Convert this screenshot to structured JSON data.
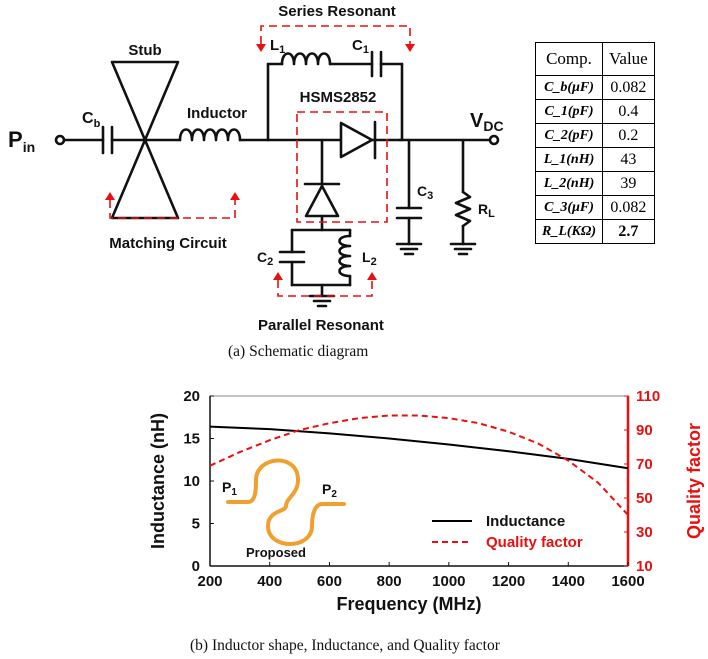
{
  "schematic": {
    "labels": {
      "series_resonant": "Series Resonant",
      "stub": "Stub",
      "pin_main": "P",
      "pin_sub": "in",
      "cb_main": "C",
      "cb_sub": "b",
      "inductor": "Inductor",
      "l1_main": "L",
      "l1_sub": "1",
      "c1_main": "C",
      "c1_sub": "1",
      "diode": "HSMS2852",
      "vdc_main": "V",
      "vdc_sub": "DC",
      "c3_main": "C",
      "c3_sub": "3",
      "rl_main": "R",
      "rl_sub": "L",
      "matching_circuit": "Matching Circuit",
      "c2_main": "C",
      "c2_sub": "2",
      "l2_main": "L",
      "l2_sub": "2",
      "parallel_resonant": "Parallel Resonant"
    },
    "caption": "(a)    Schematic diagram"
  },
  "component_table": {
    "headers": [
      "Comp.",
      "Value"
    ],
    "rows": [
      {
        "comp": "C_b(μF)",
        "value": "0.082"
      },
      {
        "comp": "C_1(pF)",
        "value": "0.4"
      },
      {
        "comp": "C_2(pF)",
        "value": "0.2"
      },
      {
        "comp": "L_1(nH)",
        "value": "43"
      },
      {
        "comp": "L_2(nH)",
        "value": "39"
      },
      {
        "comp": "C_3(μF)",
        "value": "0.082"
      },
      {
        "comp": "R_L(KΩ)",
        "value": "2.7"
      }
    ]
  },
  "chart_data": {
    "type": "line",
    "title": "",
    "xlabel": "Frequency (MHz)",
    "ylabel": "Inductance (nH)",
    "y2label": "Quality factor",
    "xlim": [
      200,
      1600
    ],
    "ylim": [
      0,
      20
    ],
    "y2lim": [
      10,
      110
    ],
    "x_ticks": [
      "200",
      "400",
      "600",
      "800",
      "1000",
      "1200",
      "1400",
      "1600"
    ],
    "y_ticks": [
      "0",
      "5",
      "10",
      "15",
      "20"
    ],
    "y2_ticks": [
      "10",
      "30",
      "50",
      "70",
      "90",
      "110"
    ],
    "grid": false,
    "legend_position": "bottom-right",
    "inset_labels": {
      "p1_main": "P",
      "p1_sub": "1",
      "p2_main": "P",
      "p2_sub": "2",
      "proposed": "Proposed"
    },
    "series": [
      {
        "name": "Inductance",
        "axis": "left",
        "color": "#000000",
        "style": "solid",
        "x": [
          200,
          400,
          600,
          800,
          1000,
          1200,
          1400,
          1600
        ],
        "y": [
          16.4,
          16.1,
          15.6,
          15.0,
          14.3,
          13.5,
          12.6,
          11.5
        ]
      },
      {
        "name": "Quality factor",
        "axis": "right",
        "color": "#e81010",
        "style": "dashed",
        "x": [
          200,
          300,
          400,
          500,
          600,
          700,
          800,
          900,
          1000,
          1100,
          1200,
          1300,
          1400,
          1500,
          1600
        ],
        "y": [
          69,
          77,
          84,
          90,
          94,
          97,
          98.5,
          98.5,
          97,
          94,
          89,
          82,
          72,
          59,
          40
        ]
      }
    ],
    "caption": "(b) Inductor shape, Inductance, and Quality factor"
  },
  "colors": {
    "accent_red": "#e81010",
    "inset_orange": "#f0a030"
  }
}
